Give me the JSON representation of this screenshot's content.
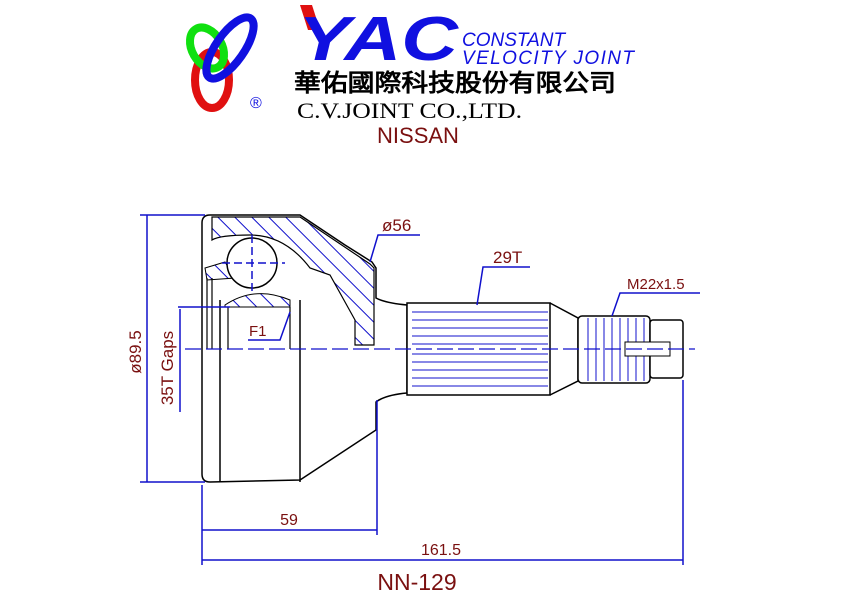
{
  "logo": {
    "brand": "YAC",
    "tagline_line1": "CONSTANT",
    "tagline_line2": "VELOCITY JOINT",
    "registered": "®",
    "company_chinese": "華佑國際科技股份有限公司",
    "company_english": "C.V.JOINT CO.,LTD."
  },
  "make": "NISSAN",
  "dimensions": {
    "outer_diameter": "ø89.5",
    "neck_diameter": "ø56",
    "spline": "29T",
    "thread": "M22x1.5",
    "inner_spline": "35T Gaps",
    "bearing_label": "F1",
    "length_bell": "59",
    "length_total": "161.5"
  },
  "part_number": "NN-129",
  "colors": {
    "line": "#0000cc",
    "text": "#7a1010",
    "outline": "#000000"
  }
}
